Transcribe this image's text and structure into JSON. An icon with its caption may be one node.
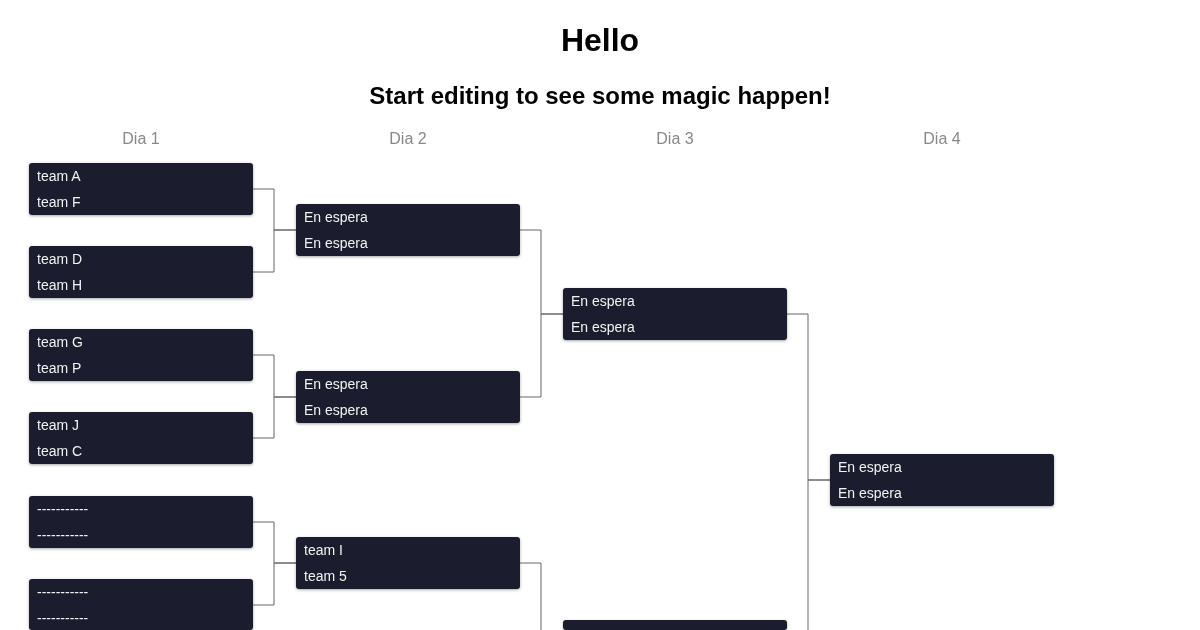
{
  "diagram": {
    "title": "Hello",
    "nodes": [
      {
        "text": [
          "team A",
          "team F"
        ]
      },
      {
        "text": [
          "team D",
          "team H"
        ]
      },
      {
        "text": [
          "team G",
          "team P"
        ]
      },
      {
        "text": [
          "team J",
          "team C"
        ]
      },
      {
        "text": [
          "-----------",
          "-----------"
        ]
      },
      {
        "text": [
          "-----------",
          "-----------"
        ]
      },
      {
        "text": [
          "En espera",
          "En espera"
        ]
      },
      {
        "text": [
          "En espera",
          "En espera"
        ]
      },
      {
        "text": [
          "team I",
          "team 5"
        ]
      },
      {
        "text": [
          "En espera",
          "En espera"
        ]
      },
      {
        "text": [],
        "shape": "box"
      },
      {
        "text": [
          "En espera",
          "En espera"
        ]
      }
    ],
    "edges": [
      {
        "from": 0,
        "to": 6,
        "arrow": "none"
      },
      {
        "from": 1,
        "to": 6,
        "arrow": "none"
      },
      {
        "from": 2,
        "to": 7,
        "arrow": "none"
      },
      {
        "from": 3,
        "to": 7,
        "arrow": "none"
      },
      {
        "from": 4,
        "to": 8,
        "arrow": "none"
      },
      {
        "from": 5,
        "to": 8,
        "arrow": "none"
      },
      {
        "from": 6,
        "to": 9,
        "arrow": "none"
      },
      {
        "from": 7,
        "to": 9,
        "arrow": "none"
      },
      {
        "from": 8,
        "to": 10,
        "arrow": "none"
      },
      {
        "from": 9,
        "to": 11,
        "arrow": "none"
      },
      {
        "from": 10,
        "to": 11,
        "arrow": "none"
      }
    ],
    "labels": [
      "Start editing to see some magic happen!",
      "Dia 1",
      "Dia 2",
      "Dia 3",
      "Dia 4"
    ]
  }
}
